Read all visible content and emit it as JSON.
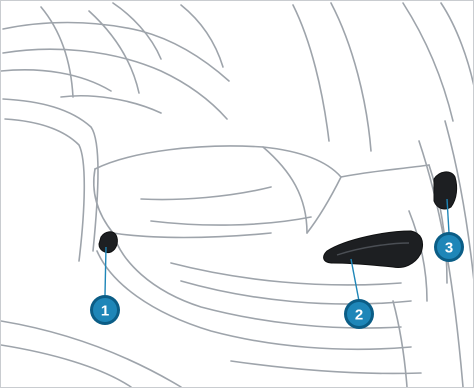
{
  "figure": {
    "kind": "seat-adjustment-controls",
    "colors": {
      "line_art": "#9ea4ab",
      "background": "#ffffff",
      "control_dark": "#1d1f22",
      "callout_fill": "#1e86b8",
      "callout_ring": "#0b5d86",
      "leader_line": "#1e86b8"
    }
  },
  "callouts": [
    {
      "id": "1",
      "label": "1",
      "target": "control-1"
    },
    {
      "id": "2",
      "label": "2",
      "target": "control-2"
    },
    {
      "id": "3",
      "label": "3",
      "target": "control-3"
    }
  ]
}
